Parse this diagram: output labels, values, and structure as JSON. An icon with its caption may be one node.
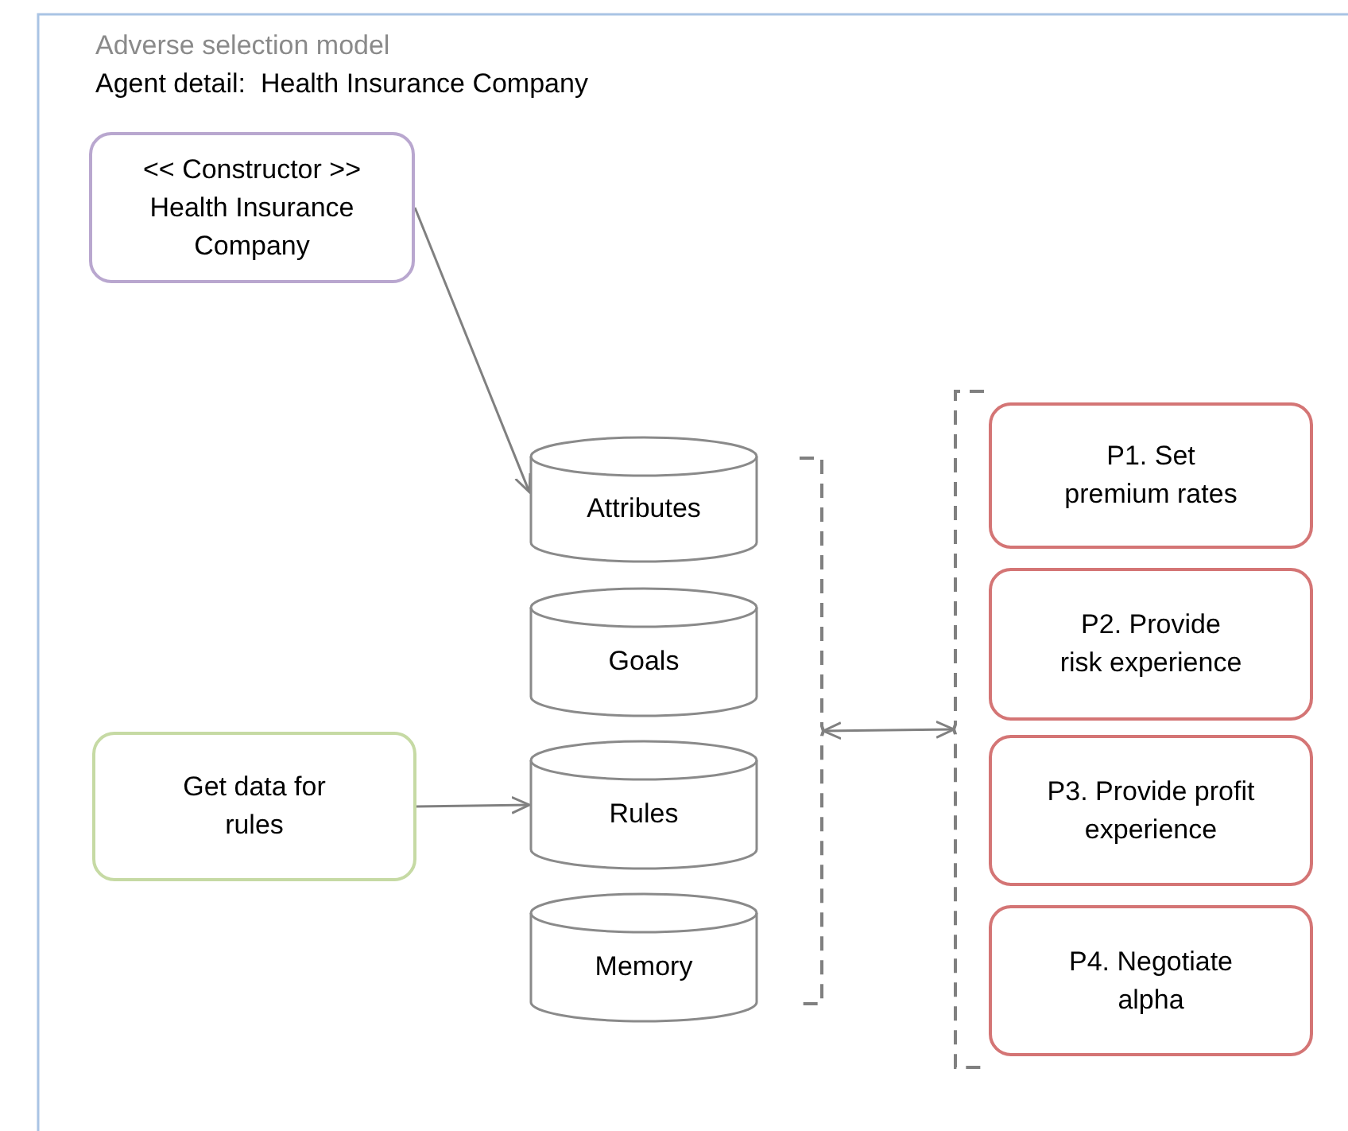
{
  "diagram": {
    "title": "Adverse selection model",
    "nodes": [
      {
        "text": [
          "<< Constructor >> Health Insurance Company"
        ]
      },
      {
        "text": [
          "Attributes"
        ]
      },
      {
        "text": [
          "Goals"
        ]
      },
      {
        "text": [
          "Rules"
        ]
      },
      {
        "text": [
          "Memory"
        ]
      },
      {
        "text": [
          "Get data for rules"
        ]
      },
      {
        "text": [
          "P1. Set premium rates"
        ]
      },
      {
        "text": [
          "P2. Provide risk experience"
        ]
      },
      {
        "text": [
          "P3. Provide profit experience"
        ]
      },
      {
        "text": [
          "P4. Negotiate alpha"
        ]
      },
      {
        "text": [],
        "shape": "bracket"
      },
      {
        "text": [],
        "shape": "bracket"
      }
    ],
    "edges": [
      {
        "from": 0,
        "to": 1,
        "arrow": "to"
      },
      {
        "from": 5,
        "to": 3,
        "arrow": "to"
      },
      {
        "from": 10,
        "to": 11,
        "arrow": "both"
      }
    ],
    "labels": [
      "Agent detail:  Health Insurance Company"
    ]
  }
}
